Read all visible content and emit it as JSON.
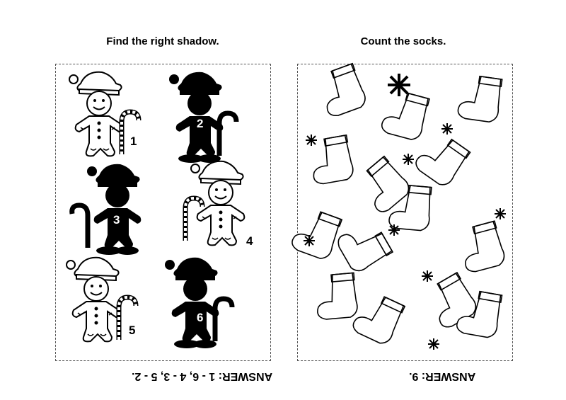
{
  "left_puzzle": {
    "title": "Find the right shadow.",
    "answer": "ANSWER: 1 - 6, 4 - 3, 5 - 2.",
    "labels": [
      "1",
      "2",
      "3",
      "4",
      "5",
      "6"
    ]
  },
  "right_puzzle": {
    "title": "Count the socks.",
    "answer": "ANSWER: 9."
  },
  "colors": {
    "ink": "#000000",
    "background": "#ffffff",
    "border": "#555555"
  }
}
